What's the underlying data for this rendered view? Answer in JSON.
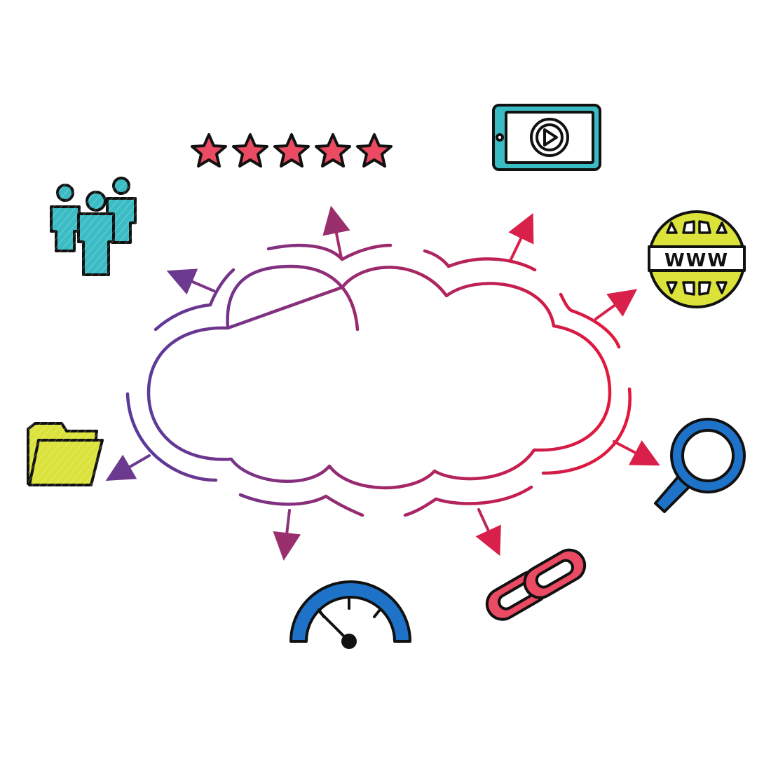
{
  "diagram": {
    "center": {
      "shape": "cloud",
      "icon": "cloud-icon"
    },
    "gradient": {
      "start": "#5b3a9a",
      "end": "#e2183c"
    },
    "nodes": [
      {
        "icon": "people-icon",
        "color": "#3bbcc4"
      },
      {
        "icon": "star-rating-icon",
        "color": "#ea4a62",
        "rating": 5,
        "max": 5
      },
      {
        "icon": "video-tablet-icon",
        "color": "#3bbcc4"
      },
      {
        "icon": "globe-www-icon",
        "color": "#dbe23a",
        "text": "WWW"
      },
      {
        "icon": "folder-icon",
        "color": "#dbe23a"
      },
      {
        "icon": "magnifier-icon",
        "color": "#1e73c8"
      },
      {
        "icon": "speedometer-icon",
        "color": "#1e73c8"
      },
      {
        "icon": "chain-link-icon",
        "color": "#ea4a62"
      }
    ]
  }
}
